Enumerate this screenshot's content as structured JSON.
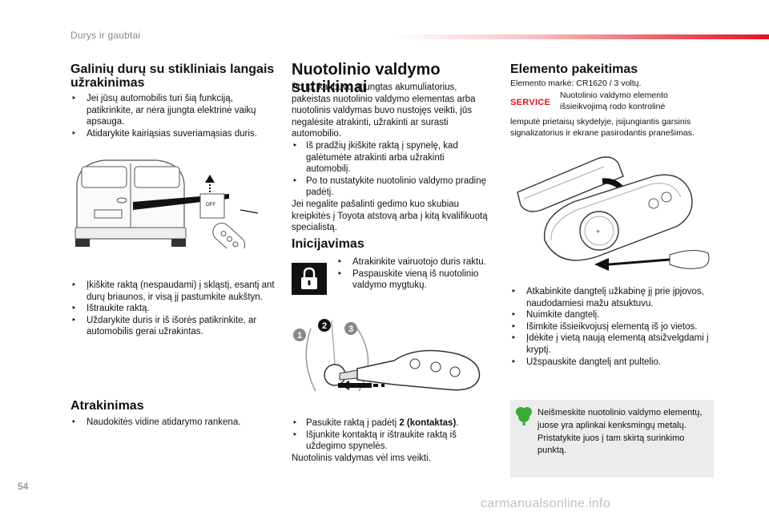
{
  "header": {
    "section": "Durys ir gaubtai"
  },
  "page_number": "54",
  "watermark": "carmanualsonline.info",
  "col1": {
    "title": "Galinių durų su stikliniais langais užrakinimas",
    "bullets1": [
      "Jei jūsų automobilis turi šią funkciją, patikrinkite, ar nėra įjungta elektrinė vaikų apsauga.",
      "Atidarykite kairiąsias suveriamąsias duris."
    ],
    "bullets2": [
      "Įkiškite raktą (nespaudami) į skląstį, esantį ant durų briaunos, ir visą jį pastumkite aukštyn.",
      "Ištraukite raktą.",
      "Uždarykite duris ir iš išorės patikrinkite, ar automobilis gerai užrakintas."
    ],
    "title2": "Atrakinimas",
    "bullets3": [
      "Naudokitės vidine atidarymo rankena."
    ],
    "illus_label": "OFF"
  },
  "col2": {
    "title": "Nuotolinio valdymo sutrikimai",
    "para1": "Po to, kai buvo atjungtas akumuliatorius, pakeistas nuotolinio valdymo elementas arba nuotolinis valdymas buvo nustojęs veikti, jūs negalėsite atrakinti, užrakinti ar surasti automobilio.",
    "bullets1": [
      "Iš pradžių įkiškite raktą į spynelę, kad galėtumėte atrakinti arba užrakinti automobilį.",
      "Po to nustatykite nuotolinio valdymo pradinę padėtį."
    ],
    "para2": "Jei negalite pašalinti gedimo kuo skubiau kreipkitės į Toyota atstovą arba į kitą kvalifikuotą specialistą.",
    "title2": "Inicijavimas",
    "bullets2": [
      "Atrakinkite vairuotojo duris raktu.",
      "Paspauskite vieną iš nuotolinio valdymo mygtukų."
    ],
    "steps": [
      "1",
      "2",
      "3"
    ],
    "bullets3_pre": "Pasukite raktą į padėtį ",
    "bullets3_bold": "2 (kontaktas)",
    "bullets3_post": ".",
    "bullets3b": "Išjunkite kontaktą ir ištraukite raktą iš uždegimo spynelės.",
    "para3": "Nuotolinis valdymas vėl ims veikti."
  },
  "col3": {
    "title": "Elemento pakeitimas",
    "para1": "Elemento markė: CR1620 / 3 voltų.",
    "service_label": "SERVICE",
    "service_text": "Nuotolinio valdymo elemento išsieikvojimą rodo kontrolinė",
    "para2": "lemputė prietaisų skydelyje, įsijungiantis garsinis signalizatorius ir ekrane pasirodantis pranešimas.",
    "bullets": [
      "Atkabinkite dangtelį užkabinę jį prie įpjovos, naudodamiesi mažu atsuktuvu.",
      "Nuimkite dangtelį.",
      "Išimkite išsieikvojusį elementą iš jo vietos.",
      "Įdėkite į vietą naują elementą atsižvelgdami į kryptį.",
      "Užspauskite dangtelį ant pultelio."
    ],
    "note": "Neišmeskite nuotolinio valdymo elementų, juose yra aplinkai kenksmingų metalų. Pristatykite juos į tam skirtą surinkimo punktą."
  },
  "colors": {
    "accent_red": "#e8101e",
    "note_green": "#3aa935",
    "note_bg": "#ececec"
  }
}
